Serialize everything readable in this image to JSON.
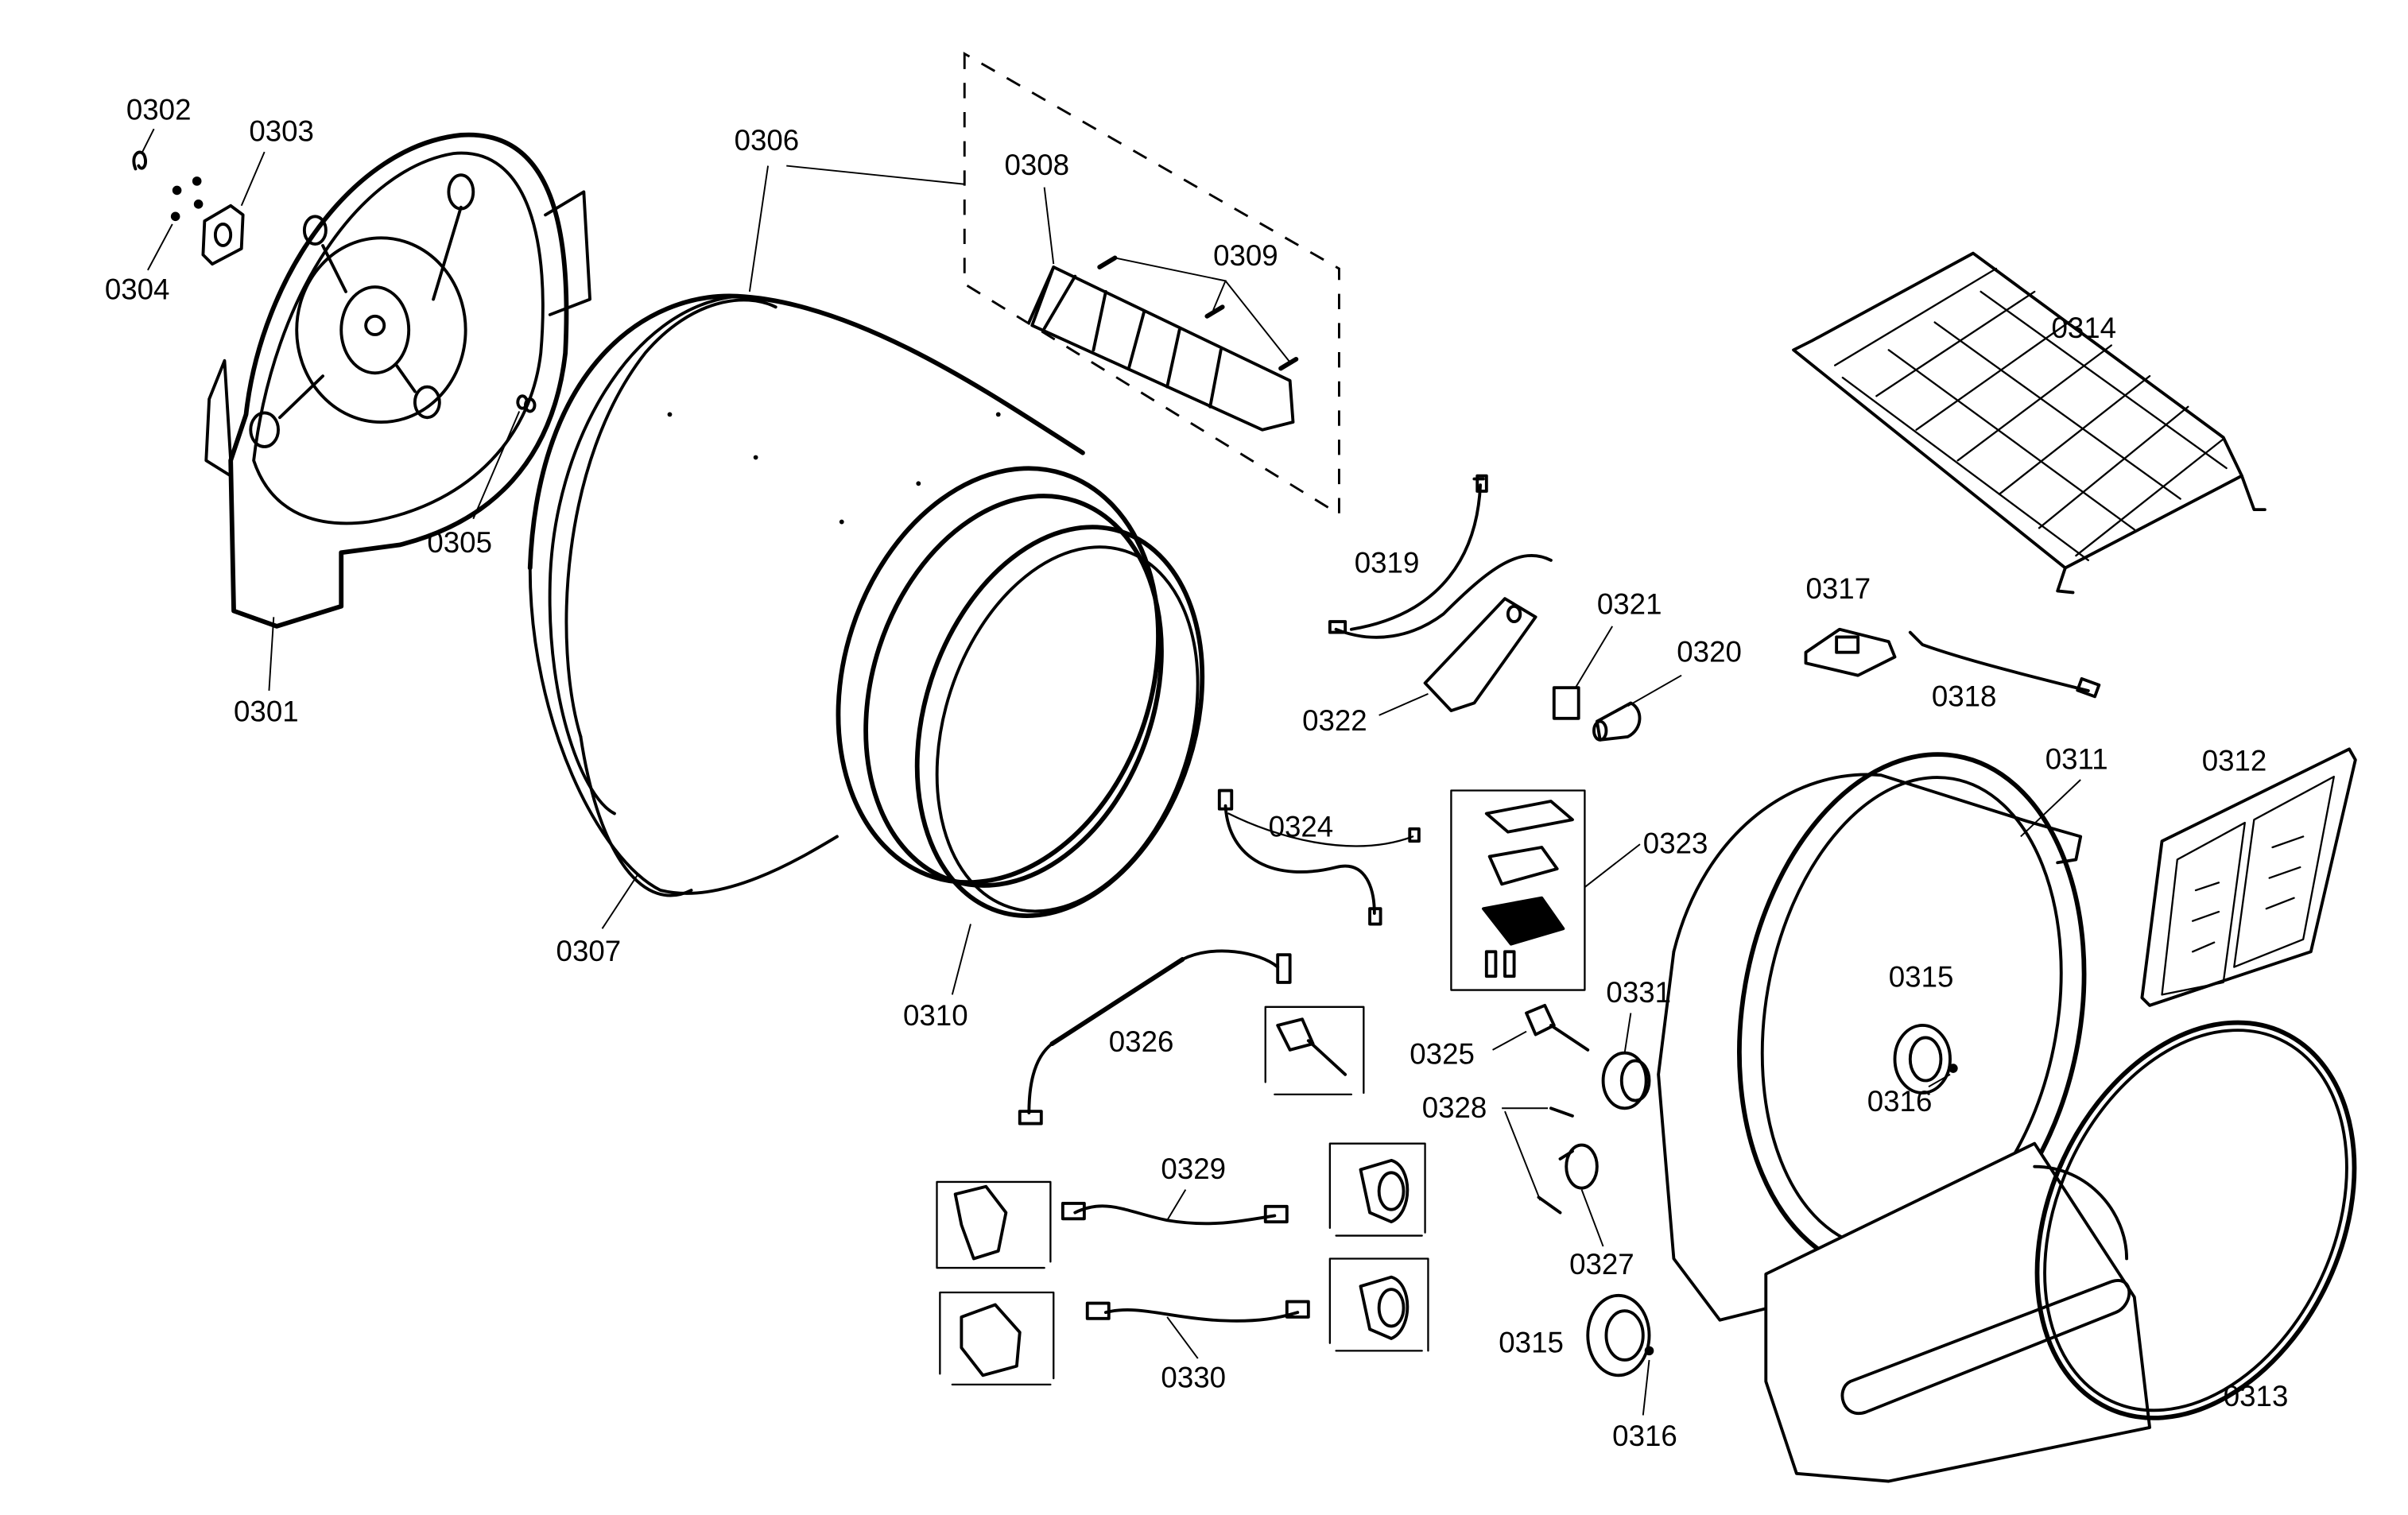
{
  "title": "Dryer drum and front panel exploded parts diagram",
  "labels": {
    "p0301": "0301",
    "p0302": "0302",
    "p0303": "0303",
    "p0304": "0304",
    "p0305": "0305",
    "p0306": "0306",
    "p0307": "0307",
    "p0308": "0308",
    "p0309": "0309",
    "p0310": "0310",
    "p0311": "0311",
    "p0312": "0312",
    "p0313": "0313",
    "p0314": "0314",
    "p0315a": "0315",
    "p0315b": "0315",
    "p0316a": "0316",
    "p0316b": "0316",
    "p0317": "0317",
    "p0318": "0318",
    "p0319": "0319",
    "p0320": "0320",
    "p0321": "0321",
    "p0322": "0322",
    "p0323": "0323",
    "p0324": "0324",
    "p0325": "0325",
    "p0326": "0326",
    "p0327": "0327",
    "p0328": "0328",
    "p0329": "0329",
    "p0330": "0330",
    "p0331": "0331"
  }
}
